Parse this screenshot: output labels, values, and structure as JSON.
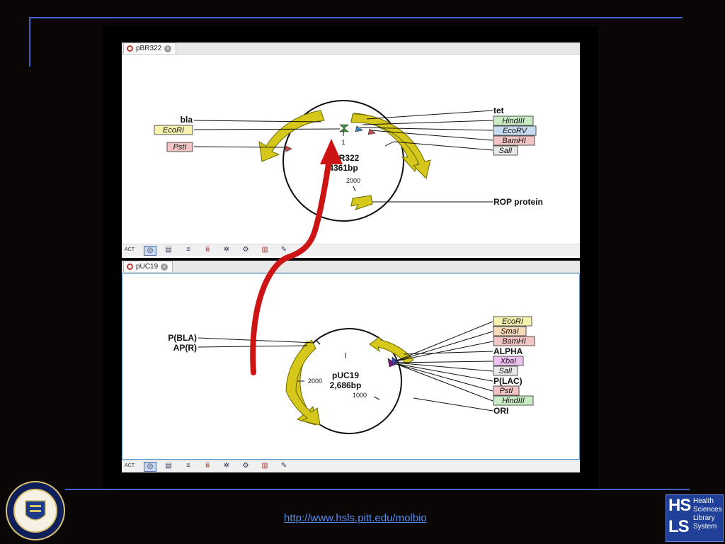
{
  "panels": {
    "top": {
      "tab_label": "pBR322",
      "plasmid_name": "pBR322",
      "plasmid_size": "4361bp",
      "position_labels": [
        "1",
        "2000"
      ],
      "left_labels": [
        {
          "text": "bla",
          "box": false,
          "color": ""
        },
        {
          "text": "EcoRI",
          "box": true,
          "color": "#f6f2b0"
        },
        {
          "text": "PstI",
          "box": true,
          "color": "#f2c4c4"
        }
      ],
      "right_labels": [
        {
          "text": "tet",
          "box": false,
          "color": ""
        },
        {
          "text": "HindIII",
          "box": true,
          "color": "#c9ecc4"
        },
        {
          "text": "EcoRV",
          "box": true,
          "color": "#c7dcf0"
        },
        {
          "text": "BamHI",
          "box": true,
          "color": "#f2c4c4"
        },
        {
          "text": "SalI",
          "box": true,
          "color": "#e8e8e8"
        },
        {
          "text": "ROP protein",
          "box": false,
          "color": ""
        }
      ]
    },
    "bottom": {
      "tab_label": "pUC19",
      "plasmid_name": "pUC19",
      "plasmid_size": "2,686bp",
      "position_labels": [
        "2000",
        "1000"
      ],
      "left_labels": [
        {
          "text": "P(BLA)",
          "box": false,
          "color": ""
        },
        {
          "text": "AP(R)",
          "box": false,
          "color": ""
        }
      ],
      "right_labels": [
        {
          "text": "EcoRI",
          "box": true,
          "color": "#f6f2b0"
        },
        {
          "text": "SmaI",
          "box": true,
          "color": "#f8d9b8"
        },
        {
          "text": "BamHI",
          "box": true,
          "color": "#f2c4c4"
        },
        {
          "text": "ALPHA",
          "box": false,
          "color": ""
        },
        {
          "text": "XbaI",
          "box": true,
          "color": "#f0c0f0"
        },
        {
          "text": "SalI",
          "box": true,
          "color": "#e8e8e8"
        },
        {
          "text": "P(LAC)",
          "box": false,
          "color": ""
        },
        {
          "text": "PstI",
          "box": true,
          "color": "#f2c4c4"
        },
        {
          "text": "HindIII",
          "box": true,
          "color": "#c9ecc4"
        },
        {
          "text": "ORI",
          "box": false,
          "color": ""
        }
      ]
    }
  },
  "toolbar_icons": [
    "act-icon",
    "circular-map-icon",
    "features-icon",
    "sequence-text-icon",
    "digest-icon",
    "enzymes-icon",
    "translation-icon",
    "book-icon",
    "edit-icon"
  ],
  "footer": {
    "url": "http://www.hsls.pitt.edu/molbio",
    "logo_lines": [
      "Health",
      "Sciences",
      "Library",
      "System"
    ],
    "logo_letters": [
      "HS",
      "LS"
    ]
  },
  "colors": {
    "accent_line": "#3f63c8",
    "arrow": "#cc1414",
    "feature_fill": "#d6c81a",
    "url": "#5a8cf0",
    "logo_bg": "#21409a"
  }
}
